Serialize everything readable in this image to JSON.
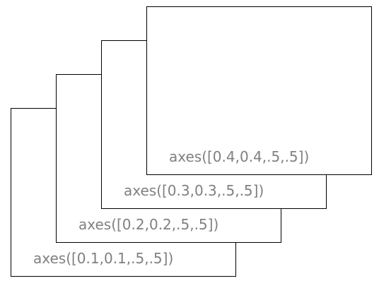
{
  "panels": [
    {
      "label": "axes([0.1,0.1,.5,.5])"
    },
    {
      "label": "axes([0.2,0.2,.5,.5])"
    },
    {
      "label": "axes([0.3,0.3,.5,.5])"
    },
    {
      "label": "axes([0.4,0.4,.5,.5])"
    }
  ],
  "colors": {
    "border": "#000000",
    "label": "#808080",
    "background": "#ffffff"
  }
}
